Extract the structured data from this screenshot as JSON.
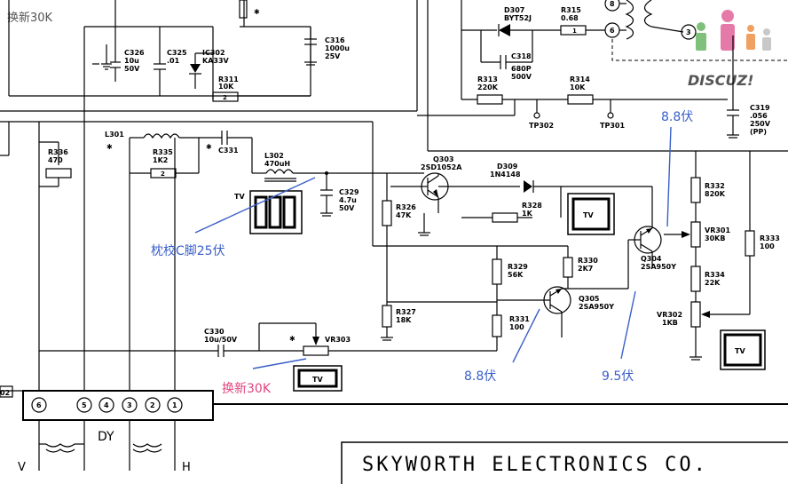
{
  "watermark_top_left": "换新30K",
  "logo": {
    "text": "DISCUZ!"
  },
  "company": "SKYWORTH ELECTRONICS CO.",
  "annotations": {
    "pin25": "枕校C脚25伏",
    "replace_vr303": "换新30K",
    "v_q304_base": "8.8伏",
    "v_q305_base": "8.8伏",
    "v_q304_col": "9.5伏"
  },
  "components": {
    "d307": {
      "name": "D307",
      "value": "BYT52J"
    },
    "r315": {
      "name": "R315",
      "value": "0.68"
    },
    "c318": {
      "name": "C318",
      "value": "680P",
      "rating": "500V"
    },
    "c316": {
      "name": "C316",
      "value": "1000u",
      "rating": "25V"
    },
    "c326": {
      "name": "C326",
      "value": "10u",
      "rating": "50V"
    },
    "c325": {
      "name": "C325",
      "value": ".01"
    },
    "ic302": {
      "name": "IC302",
      "value": "KA33V"
    },
    "r311": {
      "name": "R311",
      "value": "10K"
    },
    "r313": {
      "name": "R313",
      "value": "220K"
    },
    "r314": {
      "name": "R314",
      "value": "10K"
    },
    "tp302": "TP302",
    "tp301": "TP301",
    "c319": {
      "name": "C319",
      "value": ".056",
      "rating": "250V",
      "note": "(PP)"
    },
    "r336": {
      "name": "R336",
      "value": "470"
    },
    "l301": "L301",
    "r335": {
      "name": "R335",
      "value": "1K2"
    },
    "c331": "C331",
    "l302": {
      "name": "L302",
      "value": "470uH"
    },
    "c329": {
      "name": "C329",
      "value": "4.7u",
      "rating": "50V"
    },
    "q303": {
      "name": "Q303",
      "value": "2SD1052A"
    },
    "d309": {
      "name": "D309",
      "value": "1N4148"
    },
    "r326": {
      "name": "R326",
      "value": "47K"
    },
    "r328": {
      "name": "R328",
      "value": "1K"
    },
    "r332": {
      "name": "R332",
      "value": "820K"
    },
    "vr301": {
      "name": "VR301",
      "value": "30KB"
    },
    "r333": {
      "name": "R333",
      "value": "100"
    },
    "q304": {
      "name": "Q304",
      "value": "2SA950Y"
    },
    "r334": {
      "name": "R334",
      "value": "22K"
    },
    "r329": {
      "name": "R329",
      "value": "56K"
    },
    "r330": {
      "name": "R330",
      "value": "2K7"
    },
    "q305": {
      "name": "Q305",
      "value": "2SA950Y"
    },
    "r327": {
      "name": "R327",
      "value": "18K"
    },
    "r331": {
      "name": "R331",
      "value": "100"
    },
    "vr302": {
      "name": "VR302",
      "value": "1KB"
    },
    "c330": {
      "name": "C330",
      "value": "10u/50V"
    },
    "vr303": "VR303",
    "tv": "TV",
    "pin_1": "1",
    "pin_2": "2",
    "pin_3": "3",
    "pin_4": "4",
    "pin_5": "5",
    "pin_6": "6",
    "r315_pin": "1",
    "r311_pin": "2",
    "r335_pin": "2",
    "node_3": "3",
    "node_6": "6",
    "node_8": "8",
    "conn_02": "02",
    "dy": "DY",
    "v": "V",
    "h": "H",
    "cross": "✱"
  }
}
